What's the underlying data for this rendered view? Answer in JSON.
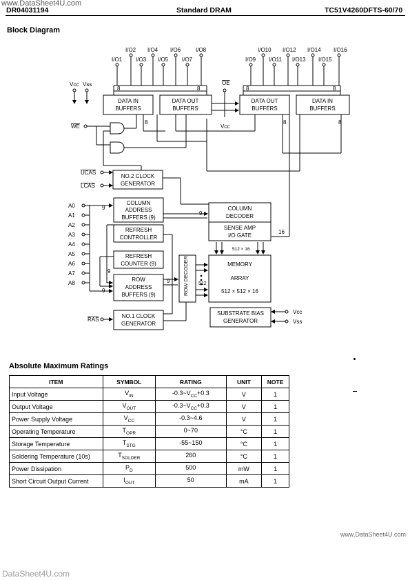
{
  "watermark_top": "www.DataSheet4U.com",
  "header": {
    "doc_number": "DR04031194",
    "center_title": "Standard DRAM",
    "part_number": "TC51V4260DFTS-60/70"
  },
  "block_diagram": {
    "title": "Block Diagram",
    "io_left": [
      "I/O1",
      "I/O2",
      "I/O3",
      "I/O4",
      "I/O5",
      "I/O6",
      "I/O7",
      "I/O8"
    ],
    "io_right": [
      "I/O9",
      "I/O10",
      "I/O11",
      "I/O12",
      "I/O13",
      "I/O14",
      "I/O15",
      "I/O16"
    ],
    "supply_vcc": "Vcc",
    "supply_vss": "Vss",
    "oe": "OE",
    "we": "WE",
    "ucas": "UCAS",
    "lcas": "LCAS",
    "ras": "RAS",
    "address_pins": [
      "A0",
      "A1",
      "A2",
      "A3",
      "A4",
      "A5",
      "A6",
      "A7",
      "A8"
    ],
    "bus_labels": {
      "eight": "8",
      "nine": "9",
      "sixteen": "16",
      "five12": "512",
      "five12x16": "512 × 16"
    },
    "vcc_small": "Vcc",
    "bias_vcc": "Vcc",
    "bias_vss": "Vss",
    "blocks": {
      "data_in_1": [
        "DATA IN",
        "BUFFERS"
      ],
      "data_out_1": [
        "DATA OUT",
        "BUFFERS"
      ],
      "data_out_2": [
        "DATA OUT",
        "BUFFERS"
      ],
      "data_in_2": [
        "DATA IN",
        "BUFFERS"
      ],
      "clock2": [
        "NO.2 CLOCK",
        "GENERATOR"
      ],
      "col_addr": [
        "COLUMN",
        "ADDRESS",
        "BUFFERS (9)"
      ],
      "refresh_ctrl": [
        "REFRESH",
        "CONTROLLER"
      ],
      "refresh_cnt": [
        "REFRESH",
        "COUNTER (9)"
      ],
      "row_addr": [
        "ROW",
        "ADDRESS",
        "BUFFERS (9)"
      ],
      "clock1": [
        "NO.1 CLOCK",
        "GENERATOR"
      ],
      "col_decoder": [
        "COLUMN",
        "DECODER"
      ],
      "sense_amp": [
        "SENSE AMP",
        "I/O GATE"
      ],
      "row_decoder": "ROW DECODER",
      "memory": [
        "MEMORY",
        "ARRAY",
        "512 × 512 × 16"
      ],
      "substrate": [
        "SUBSTRATE BIAS",
        "GENERATOR"
      ]
    }
  },
  "ratings": {
    "title": "Absolute Maximum Ratings",
    "headers": [
      "ITEM",
      "SYMBOL",
      "RATING",
      "UNIT",
      "NOTE"
    ],
    "rows": [
      {
        "item": "Input Voltage",
        "sym": "V",
        "sub": "IN",
        "rating": "-0.3~V",
        "rsub": "CC",
        "rtail": "+0.3",
        "unit": "V",
        "note": "1"
      },
      {
        "item": "Output Voltage",
        "sym": "V",
        "sub": "OUT",
        "rating": "-0.3~V",
        "rsub": "CC",
        "rtail": "+0.3",
        "unit": "V",
        "note": "1"
      },
      {
        "item": "Power Supply Voltage",
        "sym": "V",
        "sub": "CC",
        "rating": "-0.3~4.6",
        "rsub": "",
        "rtail": "",
        "unit": "V",
        "note": "1"
      },
      {
        "item": "Operating Temperature",
        "sym": "T",
        "sub": "OPR",
        "rating": "0~70",
        "rsub": "",
        "rtail": "",
        "unit": "°C",
        "note": "1"
      },
      {
        "item": "Storage Temperature",
        "sym": "T",
        "sub": "STG",
        "rating": "-55~150",
        "rsub": "",
        "rtail": "",
        "unit": "°C",
        "note": "1"
      },
      {
        "item": "Soldering Temperature (10s)",
        "sym": "T",
        "sub": "SOLDER",
        "rating": "260",
        "rsub": "",
        "rtail": "",
        "unit": "°C",
        "note": "1"
      },
      {
        "item": "Power Dissipation",
        "sym": "P",
        "sub": "D",
        "rating": "500",
        "rsub": "",
        "rtail": "",
        "unit": "mW",
        "note": "1"
      },
      {
        "item": "Short Circuit Output Current",
        "sym": "I",
        "sub": "OUT",
        "rating": "50",
        "rsub": "",
        "rtail": "",
        "unit": "mA",
        "note": "1"
      }
    ]
  },
  "footer_watermark": "www.DataSheet4U.com",
  "bottom_watermark": "DataSheet4U.com"
}
